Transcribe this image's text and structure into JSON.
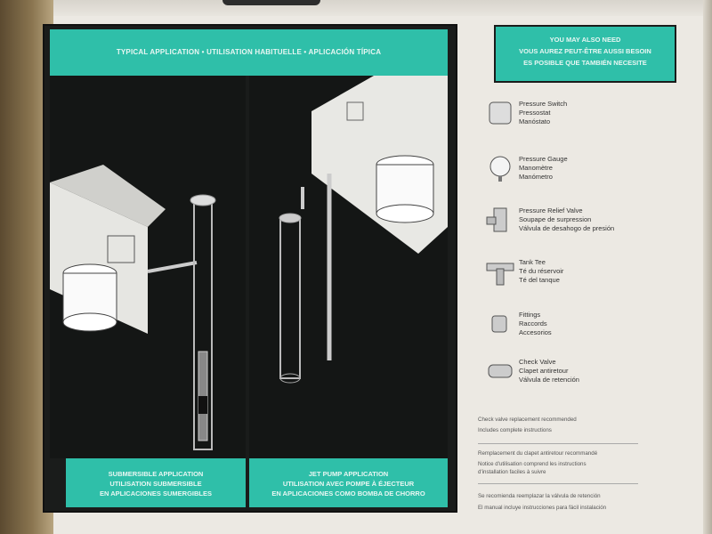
{
  "header": {
    "title": "TYPICAL APPLICATION • UTILISATION HABITUELLE • APLICACIÓN TÍPICA"
  },
  "submersible": {
    "line1": "SUBMERSIBLE APPLICATION",
    "line2": "UTILISATION SUBMERSIBLE",
    "line3": "EN APLICACIONES SUMERGIBLES"
  },
  "jet": {
    "line1": "JET PUMP APPLICATION",
    "line2": "UTILISATION AVEC POMPE À ÉJECTEUR",
    "line3": "EN APLICACIONES COMO BOMBA DE CHORRO"
  },
  "need": {
    "line1": "YOU MAY ALSO NEED",
    "line2": "VOUS AUREZ PEUT-ÊTRE AUSSI BESOIN",
    "line3": "ES POSIBLE QUE TAMBIÉN NECESITE",
    "items": [
      {
        "icon": "pressure-switch-icon",
        "en": "Pressure Switch",
        "fr": "Pressostat",
        "es": "Manóstato"
      },
      {
        "icon": "pressure-gauge-icon",
        "en": "Pressure Gauge",
        "fr": "Manomètre",
        "es": "Manómetro"
      },
      {
        "icon": "relief-valve-icon",
        "en": "Pressure Relief Valve",
        "fr": "Soupape de surpression",
        "es": "Válvula de desahogo de presión"
      },
      {
        "icon": "tank-tee-icon",
        "en": "Tank Tee",
        "fr": "Té du réservoir",
        "es": "Té del tanque"
      },
      {
        "icon": "fittings-icon",
        "en": "Fittings",
        "fr": "Raccords",
        "es": "Accesorios"
      },
      {
        "icon": "check-valve-icon",
        "en": "Check Valve",
        "fr": "Clapet antiretour",
        "es": "Válvula de retención"
      }
    ]
  },
  "notes": {
    "en1": "Check valve replacement recommended",
    "en2": "Includes complete instructions",
    "fr1": "Remplacement du clapet antiretour recommandé",
    "fr2": "Notice d'utilisation comprend les instructions",
    "fr3": "d'installation faciles à suivre",
    "es1": "Se recomienda reemplazar la válvula de retención",
    "es2": "El manual incluye instrucciones para fácil instalación"
  },
  "colors": {
    "teal": "#2fbfa9",
    "panel": "#ece9e3",
    "dark": "#141615"
  }
}
